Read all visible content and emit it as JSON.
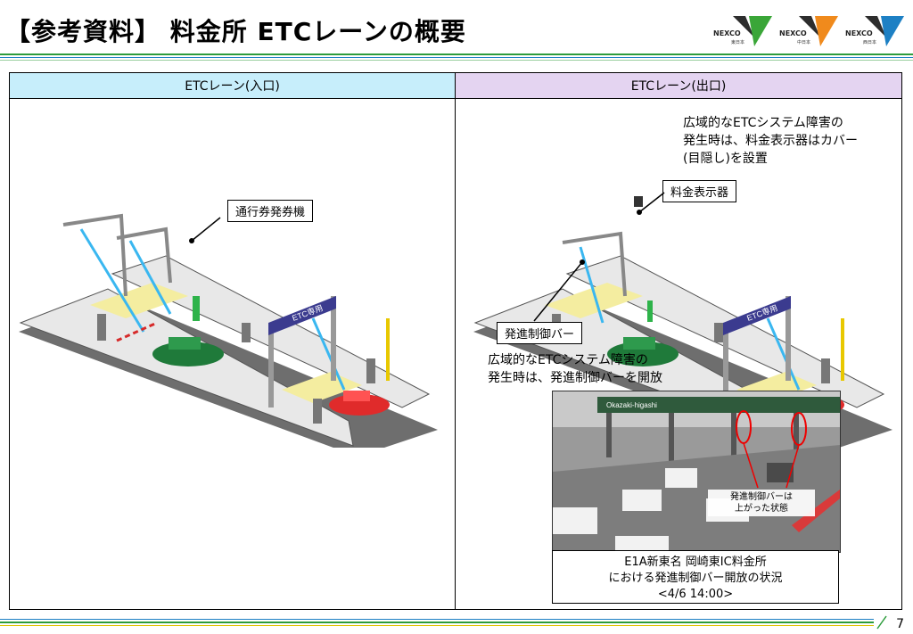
{
  "header": {
    "title": "【参考資料】 料金所 ETCレーンの概要",
    "logos": [
      {
        "name": "NEXCO",
        "sub": "東日本",
        "color": "#3aa638"
      },
      {
        "name": "NEXCO",
        "sub": "中日本",
        "color": "#f08a1c"
      },
      {
        "name": "NEXCO",
        "sub": "西日本",
        "color": "#1d80c4"
      }
    ]
  },
  "entry": {
    "heading": "ETCレーン(入口)",
    "ticket_label": "通行券発券機"
  },
  "exit": {
    "heading": "ETCレーン(出口)",
    "display_note": "広域的なETCシステム障害の\n発生時は、料金表示器はカバー\n(目隠し)を設置",
    "display_label": "料金表示器",
    "bar_label": "発進制御バー",
    "bar_note": "広域的なETCシステム障害の\n発生時は、発進制御バーを開放",
    "photo_sign": "Okazaki-higashi",
    "photo_label_1": "発進制御バーは",
    "photo_label_2": "上がった状態",
    "caption_1": "E1A新東名 岡崎東IC料金所",
    "caption_2": "における発進制御バー開放の状況",
    "caption_3": "<4/6 14:00>"
  },
  "gantry_sign": "ETC専用",
  "page_number": "7",
  "colors": {
    "entry_header": "#c7eefb",
    "exit_header": "#e4d4f1",
    "rule_green": "#2c9c3c",
    "rule_blue": "#1d80c4"
  }
}
